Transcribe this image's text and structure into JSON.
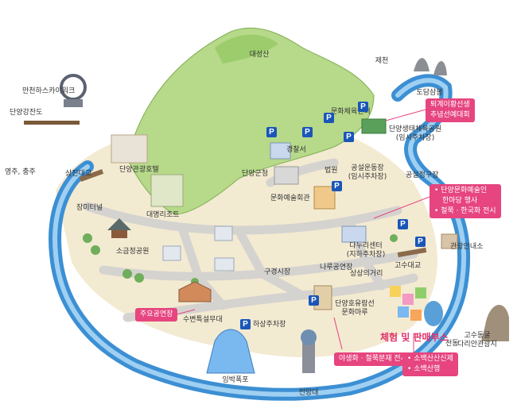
{
  "labels": {
    "daeseongsan": "대성산",
    "jecheon": "제천",
    "dodamsambong": "도담삼봉",
    "mancheonha": "만천하스카이워크",
    "danyang_bridge": "단양강잔도",
    "munhwa_center": "문화체육센터",
    "danyang_stadium_1": "단양생태체육공원",
    "danyang_stadium_2": "(임시주차장)",
    "police": "경찰서",
    "court": "법원",
    "county_office": "단양군청",
    "public_stadium_1": "공설운동장",
    "public_stadium_2": "(임시주차장)",
    "public_gym": "공설정구장",
    "hotel": "단양관광호텔",
    "yeongju": "영주, 충주",
    "sangjin": "상진대교",
    "culture_hall": "문화예술회관",
    "daemyung": "대명리조트",
    "jangmi": "장미터널",
    "sogeum": "소금정공원",
    "danuri_1": "다누리센터",
    "danuri_2": "(지하주차장)",
    "tourist_info": "관광안내소",
    "naru": "나루공연장",
    "sangsang": "상상의거리",
    "gosu_bridge": "고수대교",
    "gugyeong": "구경시장",
    "danyang_lake_1": "단양호유람선",
    "danyang_lake_2": "문화마루",
    "subyeon": "수변특설무대",
    "hasang_parking": "하상주차장",
    "gosu_cave_1": "고수동굴",
    "gosu_cave_2": "다리안관광지",
    "cheondong": "천동",
    "ingbaek": "잉박폭포",
    "jeonmangdae": "전망대"
  },
  "callouts": {
    "commemorate": [
      "퇴계이황선생",
      "추념선예대회"
    ],
    "hanmadang": [
      "• 단양문화예술인",
      "한마당 행사",
      "• 철쭉 · 한국화 전시"
    ],
    "main_stage": "주요공연장",
    "exhibit": "야생화 · 철쭉분재 전시",
    "sobaek": [
      "• 소백산산신제",
      "• 소백산행"
    ]
  },
  "booth_title": "체험 및 판매부스",
  "parking_letter": "P",
  "colors": {
    "river": "#3c8fd3",
    "river_light": "#9fd0f2",
    "mountain": "#b6d98a",
    "ground": "#f3ead2",
    "road": "#d5d3cf",
    "accent": "#e6457f",
    "parking": "#1a56b8"
  },
  "icons": [
    "parking-icon",
    "mountain-icon",
    "building-icon",
    "tree-icon"
  ]
}
